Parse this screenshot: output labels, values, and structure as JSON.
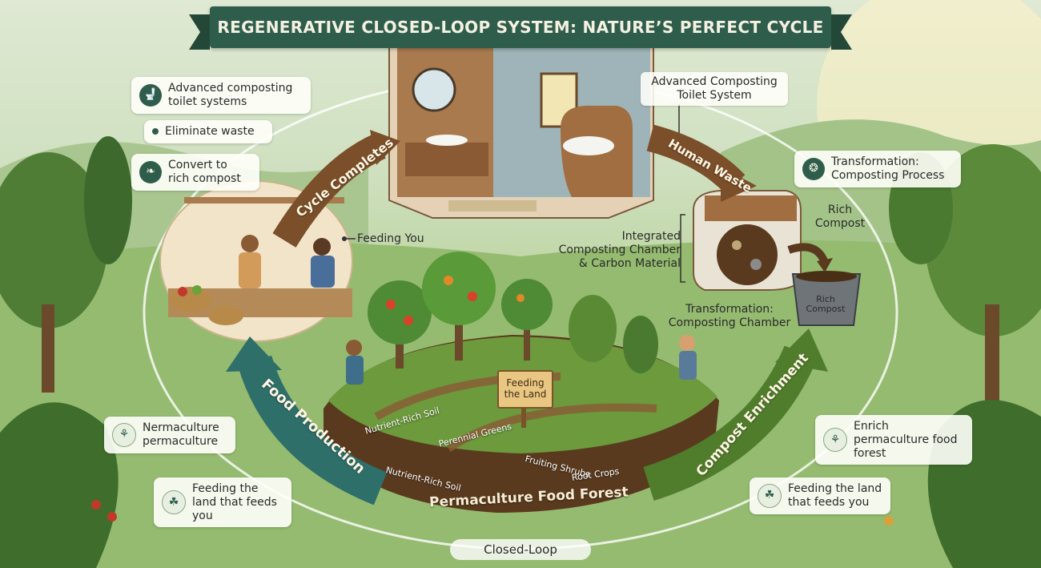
{
  "title": "REGENERATIVE CLOSED-LOOP SYSTEM: NATURE’S PERFECT CYCLE",
  "left_callouts": [
    {
      "text": "Advanced composting toilet systems",
      "icon": "toilet-icon"
    },
    {
      "text": "Eliminate waste",
      "icon": "bullet-dot"
    },
    {
      "text": "Convert to rich compost",
      "icon": "leaf-icon"
    }
  ],
  "lower_left_callouts": [
    {
      "text": "Nermaculture permaculture",
      "icon": "sprout-icon"
    },
    {
      "text": "Feeding the land that feeds you",
      "icon": "hands-plant-icon"
    }
  ],
  "right_callouts": [
    {
      "text": "Transformation: Composting Process",
      "icon": "compost-icon"
    },
    {
      "text": "Enrich permaculture food forest",
      "icon": "sprout-icon"
    },
    {
      "text": "Feeding the land that feeds you",
      "icon": "hands-plant-icon"
    }
  ],
  "labels": {
    "toilet_system": "Advanced Composting Toilet System",
    "feeding_you": "Feeding You",
    "integrated_chamber": "Integrated Composting Chamber & Carbon Material",
    "rich_compost": "Rich Compost",
    "bin_label": "Rich Compost",
    "transformation_chamber": "Transformation: Composting Chamber",
    "feeding_the_land_sign": "Feeding the Land",
    "permaculture_food_forest": "Permaculture Food Forest",
    "closed_loop": "Closed-Loop"
  },
  "garden_labels": {
    "nutrient_rich_soil_1": "Nutrient-Rich Soil",
    "perennial_greens": "Perennial Greens",
    "nutrient_rich_soil_2": "Nutrient-Rich Soil",
    "fruiting_shrubs": "Fruiting Shrubs",
    "root_crops": "Root Crops"
  },
  "arrows": {
    "cycle_completes": "Cycle Completes",
    "human_waste": "Human Waste",
    "food_production": "Food Production",
    "compost_enrichment": "Compost Enrichment"
  },
  "colors": {
    "banner": "#2f5d4c",
    "arrow_brown": "#7a4f2a",
    "arrow_teal": "#2f6f6a",
    "arrow_green": "#4f7d2c",
    "soil": "#5a3a1f"
  }
}
